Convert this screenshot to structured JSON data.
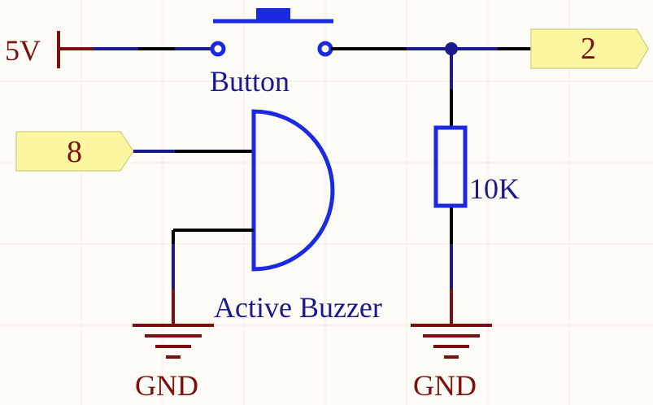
{
  "labels": {
    "power": "5V",
    "button": "Button",
    "buzzer": "Active Buzzer",
    "resistor": "10K",
    "gnd_left": "GND",
    "gnd_right": "GND"
  },
  "ports": {
    "left": "8",
    "right": "2"
  },
  "colors": {
    "background": "#fdfbf6",
    "wire_blue": "#1a1a8c",
    "symbol_blue": "#1a2ae0",
    "power_red": "#7a1010",
    "port_fill": "#fbf7a0"
  }
}
